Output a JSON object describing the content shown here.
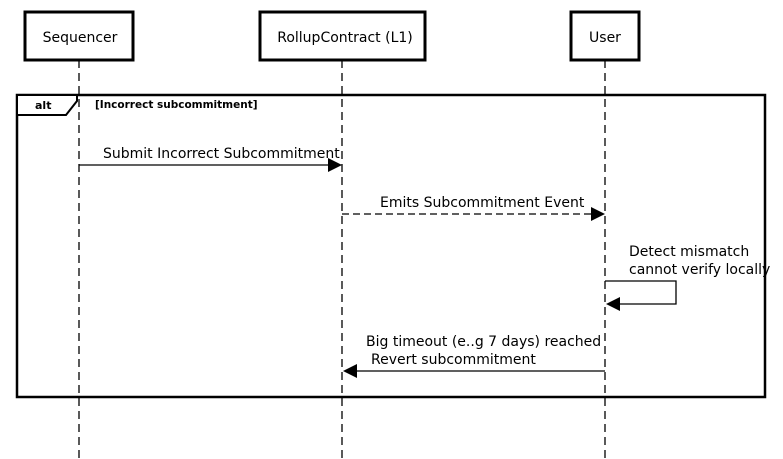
{
  "participants": [
    {
      "id": "sequencer",
      "label": "Sequencer"
    },
    {
      "id": "rollup",
      "label": "RollupContract (L1)"
    },
    {
      "id": "user",
      "label": "User"
    }
  ],
  "frame": {
    "kind": "alt",
    "guard": "[Incorrect subcommitment]"
  },
  "messages": [
    {
      "from": "sequencer",
      "to": "rollup",
      "style": "solid",
      "lines": [
        "Submit Incorrect Subcommitment"
      ]
    },
    {
      "from": "rollup",
      "to": "user",
      "style": "dashed",
      "lines": [
        "Emits Subcommitment Event"
      ]
    },
    {
      "from": "user",
      "to": "user",
      "style": "solid",
      "lines": [
        "Detect mismatch",
        "cannot verify locally"
      ]
    },
    {
      "from": "user",
      "to": "rollup",
      "style": "solid",
      "lines": [
        "Big timeout (e..g 7 days) reached",
        "Revert subcommitment"
      ]
    }
  ]
}
